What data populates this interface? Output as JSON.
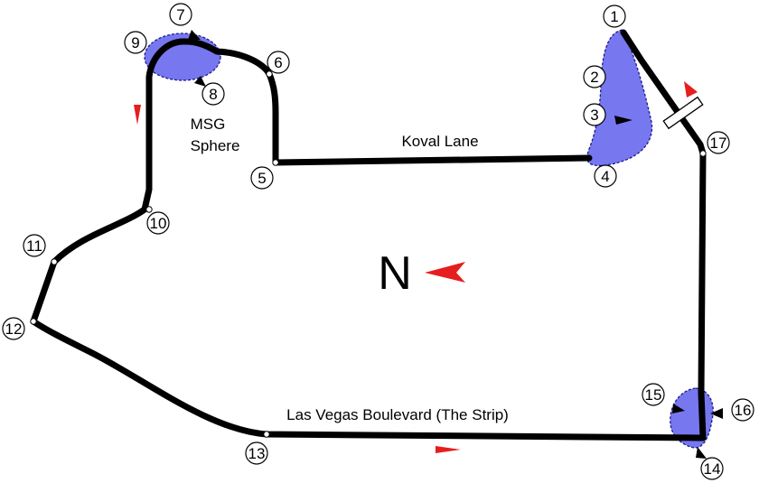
{
  "colors": {
    "track": "#000000",
    "zone_fill": "#7777f0",
    "zone_border": "#1a1a8c",
    "direction_arrow": "#e61e1e",
    "marker_fill": "#ffffff"
  },
  "labels": {
    "street_north": "Koval Lane",
    "street_south": "Las Vegas Boulevard (The Strip)",
    "landmark_line1": "MSG",
    "landmark_line2": "Sphere",
    "compass": "N"
  },
  "turns": [
    "1",
    "2",
    "3",
    "4",
    "5",
    "6",
    "7",
    "8",
    "9",
    "10",
    "11",
    "12",
    "13",
    "14",
    "15",
    "16",
    "17"
  ],
  "icons": {
    "compass": "north-arrow-icon",
    "direction": "direction-arrow-icon",
    "start_line": "start-finish-line-icon",
    "zone": "drs-zone-icon"
  }
}
